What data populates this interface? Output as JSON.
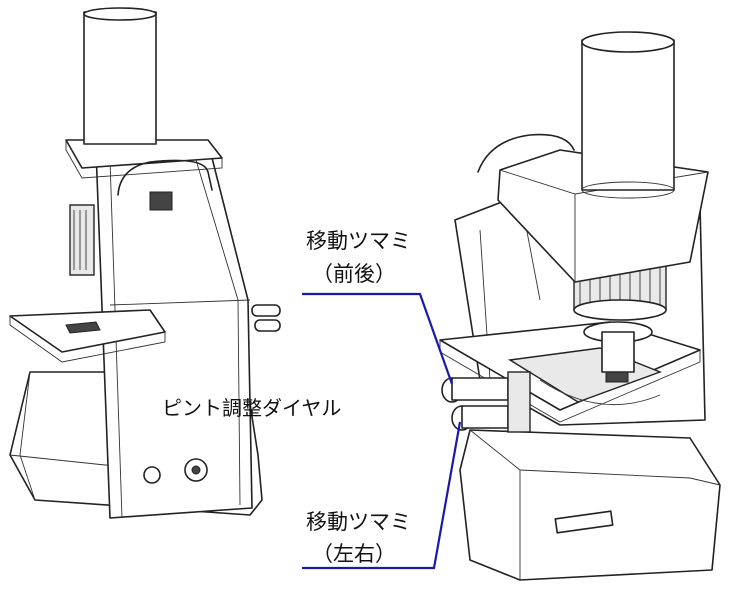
{
  "labels": {
    "focus_dial": "ピント調整ダイヤル",
    "move_knob_fb_title": "移動ツマミ",
    "move_knob_fb_sub": "（前後）",
    "move_knob_lr_title": "移動ツマミ",
    "move_knob_lr_sub": "（左右）"
  },
  "colors": {
    "leader_line": "#1a1aa6",
    "ink": "#222222",
    "background": "#ffffff"
  }
}
